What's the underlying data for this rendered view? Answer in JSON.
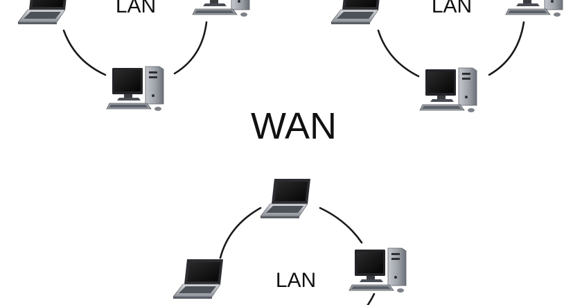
{
  "diagram": {
    "center_label": "WAN",
    "lans": [
      {
        "label": "LAN"
      },
      {
        "label": "LAN"
      },
      {
        "label": "LAN"
      }
    ]
  },
  "colors": {
    "line": "#1a1a1a",
    "device_dark": "#1c1c1c",
    "device_mid": "#5a5e66",
    "device_light": "#b9bcc2",
    "screen": "#0d0d0d",
    "background": "#ffffff"
  }
}
